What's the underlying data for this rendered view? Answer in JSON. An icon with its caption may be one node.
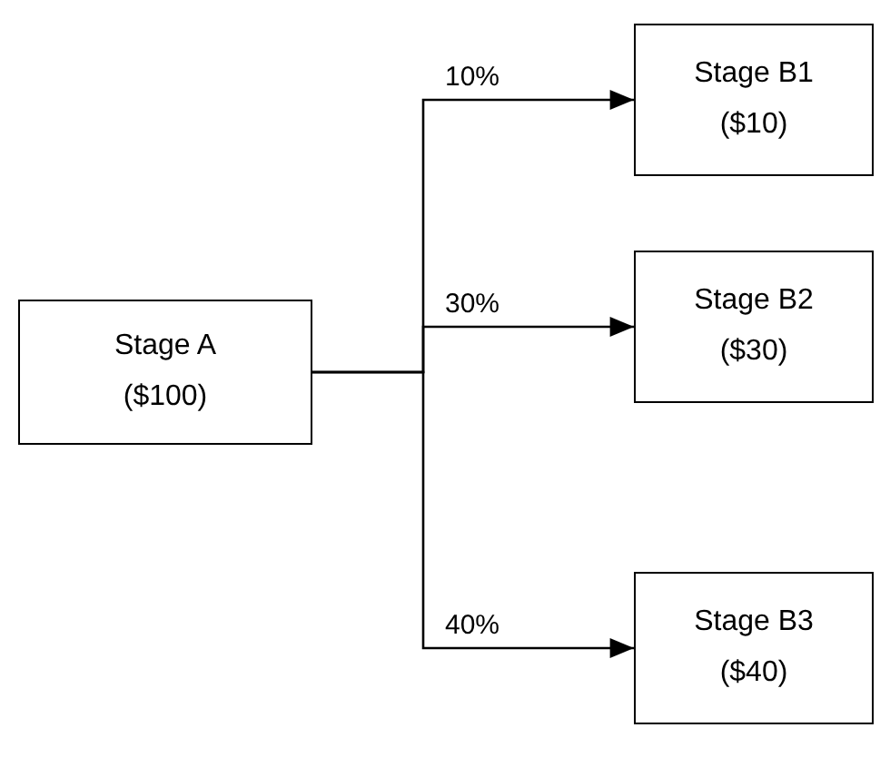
{
  "diagram": {
    "nodes": [
      {
        "text": [
          "Stage A",
          "($100)"
        ]
      },
      {
        "text": [
          "Stage B1",
          "($10)"
        ]
      },
      {
        "text": [
          "Stage B2",
          "($30)"
        ]
      },
      {
        "text": [
          "Stage B3",
          "($40)"
        ]
      }
    ],
    "edges": [
      {
        "from": 0,
        "to": 1,
        "arrow": "to",
        "label": "10%"
      },
      {
        "from": 0,
        "to": 2,
        "arrow": "to",
        "label": "30%"
      },
      {
        "from": 0,
        "to": 3,
        "arrow": "to",
        "label": "40%"
      }
    ]
  }
}
